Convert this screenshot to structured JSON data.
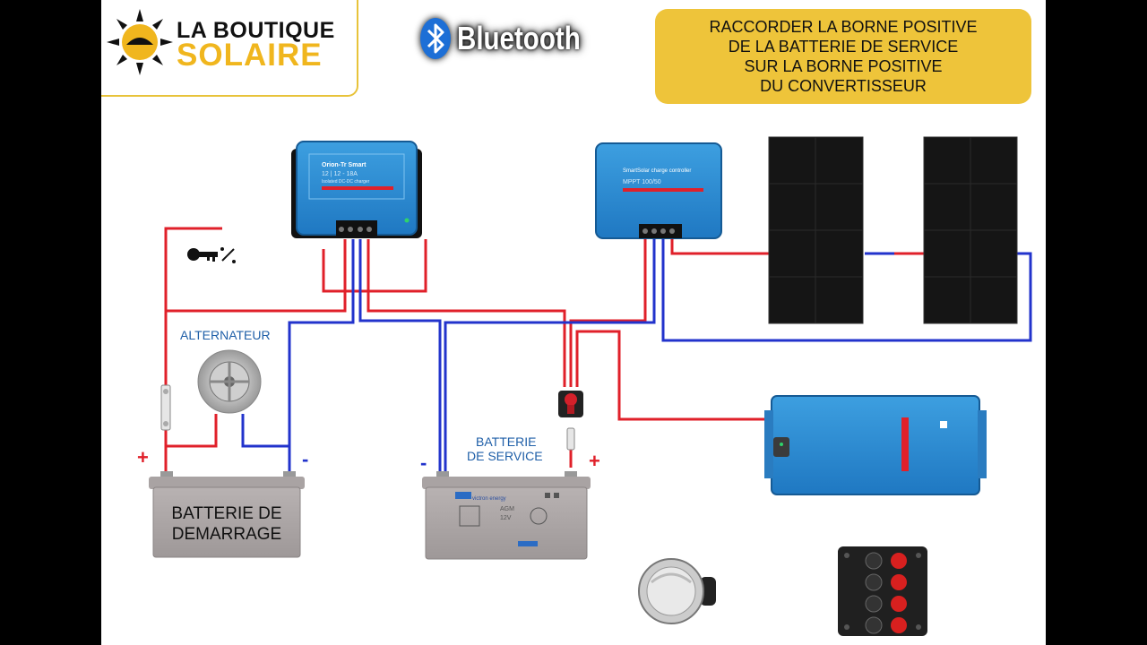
{
  "logo": {
    "line1": "LA BOUTIQUE",
    "line2": "SOLAIRE"
  },
  "bluetooth": {
    "label": "Bluetooth"
  },
  "instruction": {
    "lines": [
      "RACCORDER LA BORNE POSITIVE",
      "DE LA BATTERIE DE SERVICE",
      "SUR LA BORNE POSITIVE",
      "DU CONVERTISSEUR"
    ]
  },
  "labels": {
    "alternator": "ALTERNATEUR",
    "service_battery_1": "BATTERIE",
    "service_battery_2": "DE SERVICE",
    "start_battery_1": "BATTERIE DE",
    "start_battery_2": "DEMARRAGE",
    "plus": "+",
    "minus": "-"
  },
  "devices": {
    "orion_line1": "Orion-Tr Smart",
    "orion_line2": "12 | 12 - 18A",
    "orion_line3": "Isolated DC-DC charger",
    "mppt_line1": "SmartSolar charge controller",
    "mppt_line2": "MPPT 100/50",
    "battery_brand": "victron energy",
    "battery_spec1": "AGM",
    "battery_spec2": "12V"
  },
  "colors": {
    "wire_positive": "#e0202a",
    "wire_negative": "#2233cc",
    "victron_blue": "#2d8fd4",
    "note_bg": "#eec43a",
    "logo_yellow": "#f0b61e"
  }
}
